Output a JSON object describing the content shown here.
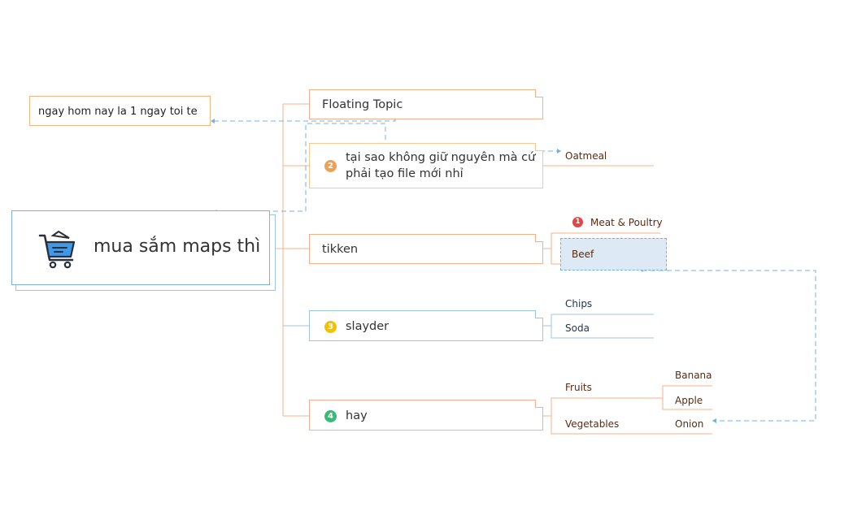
{
  "central": {
    "label": "mua sắm maps thì",
    "icon": "shopping-cart-icon"
  },
  "floating_note": {
    "label": "ngay hom nay la 1 ngay toi te"
  },
  "topics": [
    {
      "label": "Floating Topic"
    },
    {
      "label_line1": "tại sao không giữ nguyên mà cứ",
      "label_line2": "phải tạo file mới nhỉ",
      "badge": "2",
      "badge_color": "#f0a050"
    },
    {
      "label": "tikken"
    },
    {
      "label": "slayder",
      "badge": "3",
      "badge_color": "#f2c200"
    },
    {
      "label": "hay",
      "badge": "4",
      "badge_color": "#3cb878"
    }
  ],
  "subtopics": {
    "oatmeal": "Oatmeal",
    "meat_poultry": "Meat & Poultry",
    "meat_badge": "1",
    "meat_badge_color": "#e64545",
    "beef": "Beef",
    "chips": "Chips",
    "soda": "Soda",
    "fruits": "Fruits",
    "vegetables": "Vegetables",
    "banana": "Banana",
    "apple": "Apple",
    "onion": "Onion"
  },
  "colors": {
    "orange_branch": "#f4b08a",
    "blue_branch": "#9cc4e4",
    "relationship": "#6fb3e3"
  }
}
